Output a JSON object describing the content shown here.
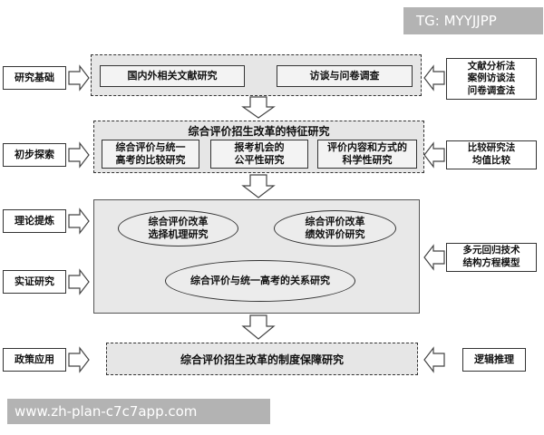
{
  "watermarks": {
    "top_right": "TG: MYYJJPP",
    "bottom_left": "www.zh-plan-c7c7app.com"
  },
  "left_labels": [
    "研究基础",
    "初步探索",
    "理论提炼",
    "实证研究",
    "政策应用"
  ],
  "right_labels": {
    "row1": "文献分析法\n案例访谈法\n问卷调查法",
    "row2": "比较研究法\n均值比较",
    "row3": "多元回归技术\n结构方程模型",
    "row4": "逻辑推理"
  },
  "stage1": {
    "left": "国内外相关文献研究",
    "right": "访谈与问卷调查"
  },
  "stage2": {
    "title": "综合评价招生改革的特征研究",
    "boxes": [
      "综合评价与统一\n高考的比较研究",
      "报考机会的\n公平性研究",
      "评价内容和方式的\n科学性研究"
    ]
  },
  "stage3": {
    "ellipse1": "综合评价改革\n选择机理研究",
    "ellipse2": "综合评价改革\n绩效评价研究",
    "ellipse3": "综合评价与统一高考的关系研究"
  },
  "stage4": {
    "label": "综合评价招生改革的制度保障研究"
  },
  "colors": {
    "panel_fill": "#e6e6e6",
    "watermark_bg": "#b3b3b3"
  }
}
